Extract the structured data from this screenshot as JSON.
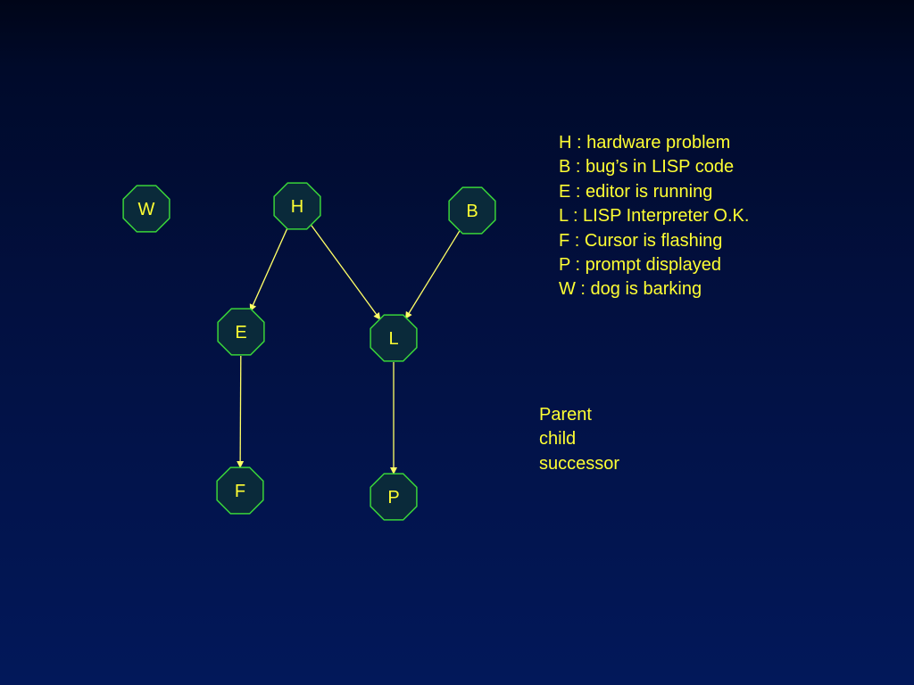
{
  "nodes": [
    {
      "id": "W",
      "label": "W"
    },
    {
      "id": "H",
      "label": "H"
    },
    {
      "id": "B",
      "label": "B"
    },
    {
      "id": "E",
      "label": "E"
    },
    {
      "id": "L",
      "label": "L"
    },
    {
      "id": "F",
      "label": "F"
    },
    {
      "id": "P",
      "label": "P"
    }
  ],
  "edges": [
    {
      "from": "H",
      "to": "E"
    },
    {
      "from": "H",
      "to": "L"
    },
    {
      "from": "B",
      "to": "L"
    },
    {
      "from": "E",
      "to": "F"
    },
    {
      "from": "L",
      "to": "P"
    }
  ],
  "legend": [
    "H : hardware problem",
    "B : bug’s in LISP code",
    "E : editor is running",
    "L : LISP Interpreter O.K.",
    "F : Cursor is flashing",
    "P : prompt displayed",
    "W : dog is barking"
  ],
  "terms": [
    "Parent",
    "child",
    "successor"
  ],
  "colors": {
    "node_stroke": "#39d439",
    "node_fill": "#0a2a3a",
    "text": "#ffff33",
    "edge": "#ffff66"
  }
}
